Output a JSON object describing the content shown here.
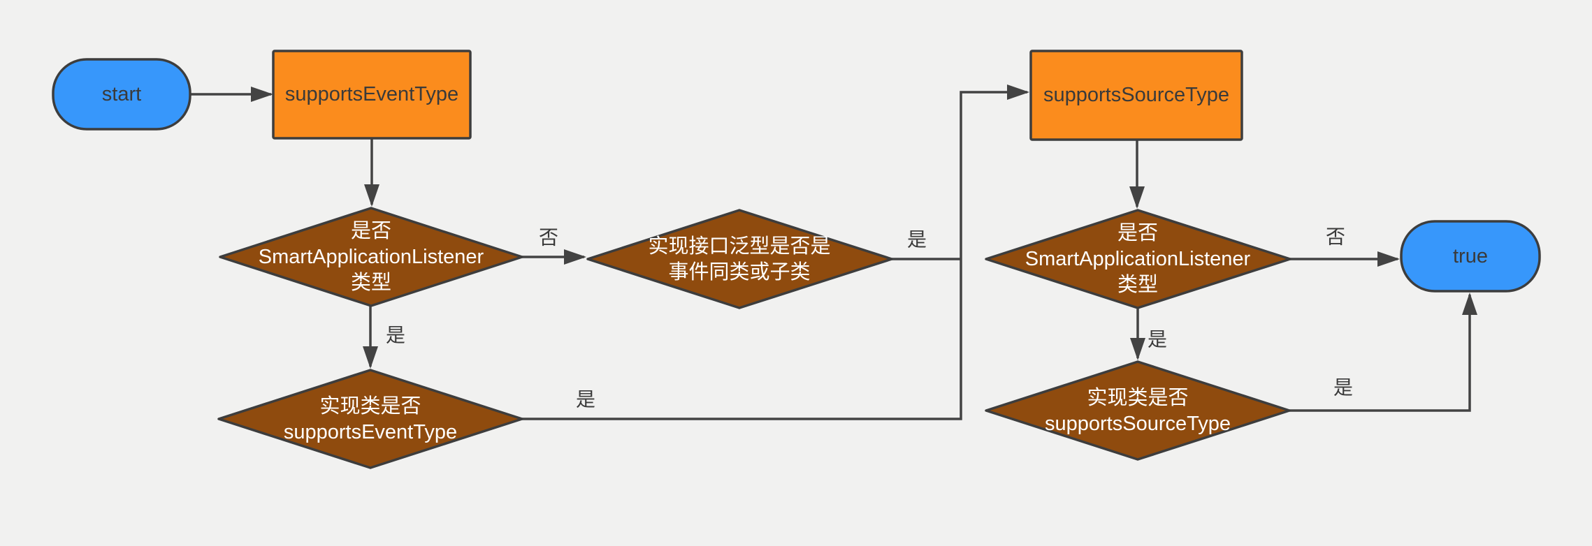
{
  "background": "#f1f1f0",
  "colors": {
    "terminal_fill": "#3797fb",
    "process_fill": "#fb8c1d",
    "decision_fill": "#8f4b0e",
    "shape_border": "#3d3d3d",
    "line": "#434343",
    "dark_text": "#3a3a3a",
    "light_text": "#ffffff"
  },
  "nodes": {
    "start": {
      "label": "start"
    },
    "supports_event_type": {
      "label": "supportsEventType"
    },
    "is_smart_listener_event": {
      "lines": [
        "是否",
        "SmartApplicationListener",
        "类型"
      ]
    },
    "generic_type_match": {
      "lines": [
        "实现接口泛型是否是",
        "事件同类或子类"
      ]
    },
    "impl_supports_event_type": {
      "lines": [
        "实现类是否",
        "supportsEventType"
      ]
    },
    "supports_source_type": {
      "label": "supportsSourceType"
    },
    "is_smart_listener_source": {
      "lines": [
        "是否",
        "SmartApplicationListener",
        "类型"
      ]
    },
    "impl_supports_source_type": {
      "lines": [
        "实现类是否",
        "supportsSourceType"
      ]
    },
    "true_end": {
      "label": "true"
    }
  },
  "edge_labels": {
    "yes": "是",
    "no": "否"
  }
}
